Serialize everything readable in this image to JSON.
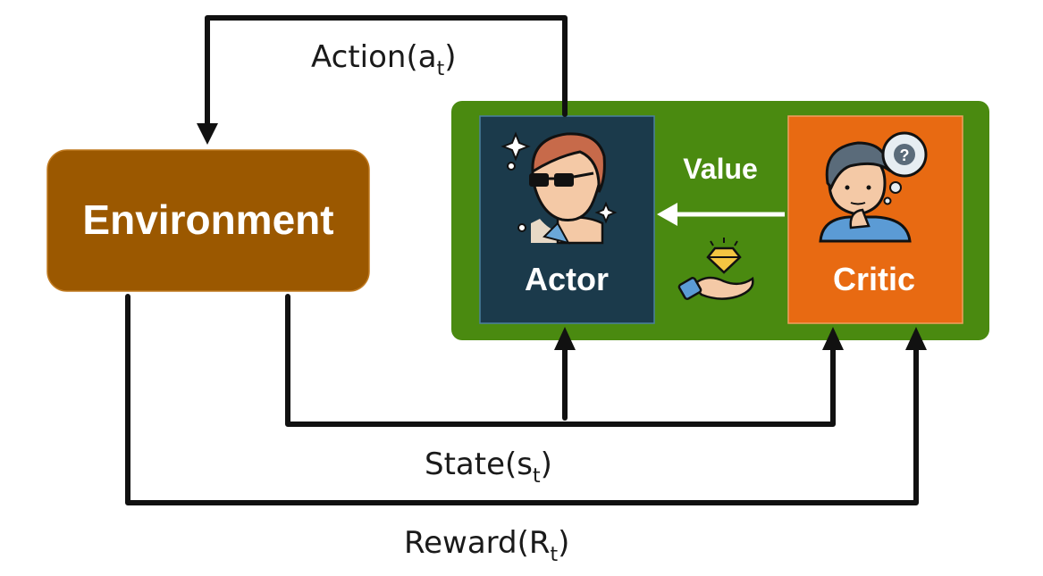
{
  "nodes": {
    "environment": {
      "label": "Environment",
      "color": "#9b5800"
    },
    "agent_container": {
      "color": "#4a8a10"
    },
    "actor": {
      "label": "Actor",
      "color": "#1b3a4b"
    },
    "critic": {
      "label": "Critic",
      "color": "#e86a12"
    }
  },
  "edges": {
    "action": {
      "label": "Action(a",
      "sub": "t",
      "close": ")"
    },
    "state": {
      "label": "State(s",
      "sub": "t",
      "close": ")"
    },
    "reward": {
      "label": "Reward(R",
      "sub": "t",
      "close": ")"
    },
    "value": {
      "label": "Value"
    }
  },
  "icons": {
    "actor": "person-with-sunglasses-icon",
    "critic": "thinking-person-icon",
    "value": "hand-holding-diamond-icon"
  }
}
